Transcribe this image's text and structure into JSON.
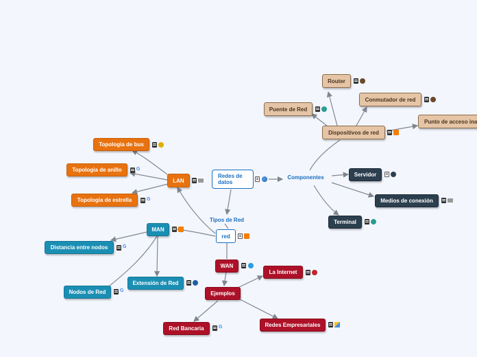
{
  "colors": {
    "line": "#808690",
    "orange": "#e8720f",
    "blue": "#1b8fb3",
    "red": "#ad1128",
    "dark": "#2c3f4f",
    "tan": "#e5c5a6",
    "center": "#1a6fc0"
  },
  "nodes": {
    "redes_de_datos": "Redes de datos",
    "componentes": "Componentes",
    "tipos_de_red": "Tipos de Red",
    "red": "red",
    "lan": "LAN",
    "topologia_bus": "Topologia de bus",
    "topologia_anillo": "Topologia de anillo",
    "topologia_estrella": "Topologia de estrella",
    "man": "MAN",
    "distancia_nodos": "Distancia entre nodos",
    "nodos_de_red": "Nodos de Red",
    "extension_de_red": "Extensión de Red",
    "wan": "WAN",
    "ejemplos": "Ejemplos",
    "la_internet": "La Internet",
    "red_bancaria": "Red Bancaria",
    "redes_empresariales": "Redes Empresariales",
    "dispositivos_de_red": "Dispositivos de red",
    "router": "Router",
    "conmutador_de_red": "Conmutador de red",
    "puente_de_red": "Puente de Red",
    "punto_de_acceso": "Punto de acceso inalámbrico",
    "servidor": "Servidor",
    "medios_de_conexion": "Medios de conexión",
    "terminal": "Terminal"
  },
  "icons": {
    "note": "note-icon",
    "google": "google-icon",
    "globe": "globe-icon",
    "blog": "blog-icon",
    "wiki": "wiki-icon",
    "image": "image-icon"
  }
}
